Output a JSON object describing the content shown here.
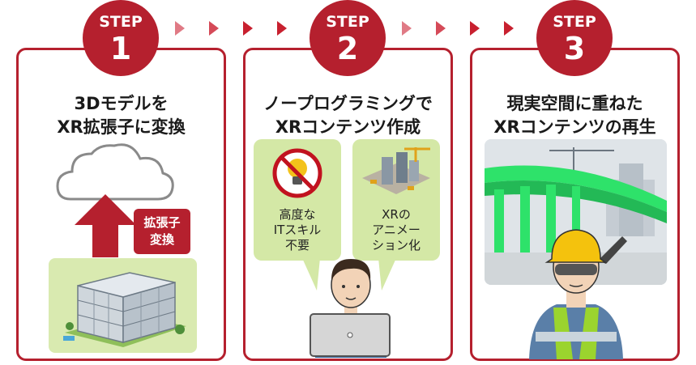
{
  "steps": [
    {
      "step_word": "STEP",
      "number": "1",
      "title_line1": "3Dモデルを",
      "title_line2": "XR拡張子に変換",
      "tag_line1": "拡張子",
      "tag_line2": "変換"
    },
    {
      "step_word": "STEP",
      "number": "2",
      "title_line1": "ノープログラミングで",
      "title_line2": "XRコンテンツ作成",
      "bubble_left": [
        "高度な",
        "ITスキル",
        "不要"
      ],
      "bubble_right": [
        "XRの",
        "アニメー",
        "ション化"
      ]
    },
    {
      "step_word": "STEP",
      "number": "3",
      "title_line1": "現実空間に重ねた",
      "title_line2": "XRコンテンツの再生"
    }
  ],
  "colors": {
    "accent": "#b5202e",
    "bubble": "#d4e8a6",
    "structure_green": "#2ee26a"
  },
  "icons": [
    "cloud-icon",
    "upload-arrow-icon",
    "no-lightbulb-icon",
    "laptop-icon"
  ]
}
